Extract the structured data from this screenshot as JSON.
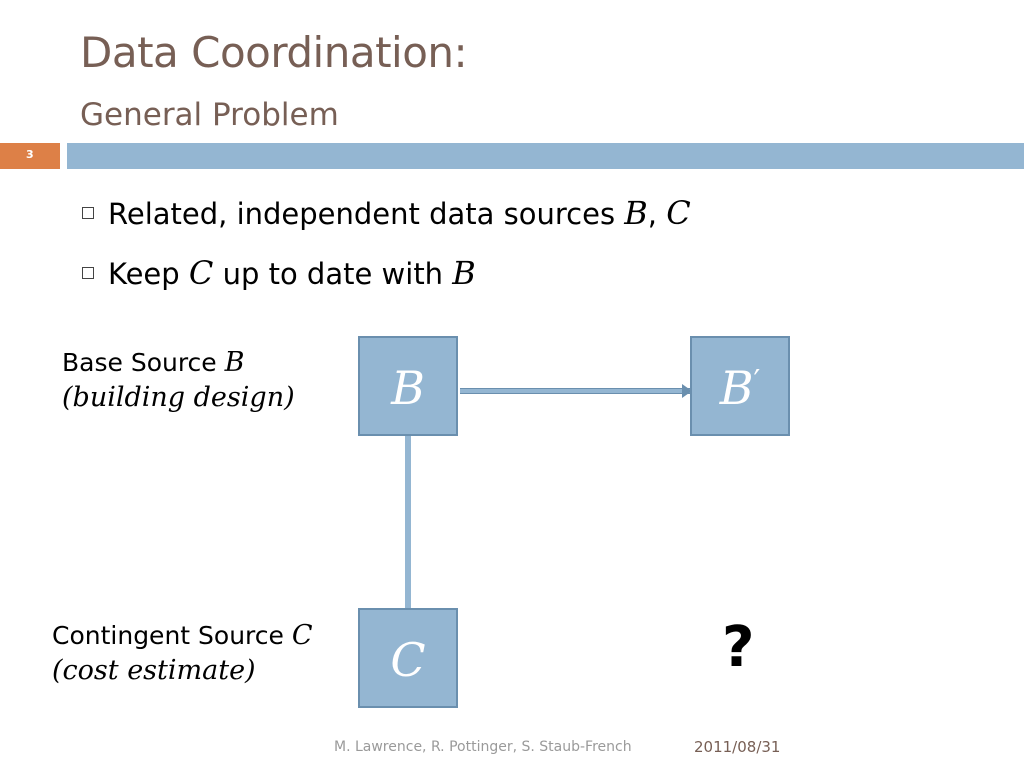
{
  "slide": {
    "title": "Data Coordination:",
    "subtitle": "General Problem",
    "number": "3"
  },
  "bullets": [
    {
      "text": "Related, independent data sources ",
      "var1": "B",
      "sep": ", ",
      "var2": "C"
    },
    {
      "pre": "Keep ",
      "var1": "C",
      "mid": " up to date with ",
      "var2": "B"
    }
  ],
  "diagram": {
    "node_b": "B",
    "node_b_prime": "B",
    "prime_mark": "′",
    "node_c": "C",
    "question": "?",
    "base_label": "Base Source ",
    "base_var": "B",
    "base_sub": "(building design)",
    "contingent_label": "Contingent Source ",
    "contingent_var": "C",
    "contingent_sub": "(cost estimate)"
  },
  "footer": {
    "authors": "M. Lawrence, R. Pottinger, S. Staub-French",
    "date": "2011/08/31"
  },
  "colors": {
    "title": "#775f55",
    "accent_orange": "#dd8047",
    "accent_blue": "#94b6d2"
  }
}
